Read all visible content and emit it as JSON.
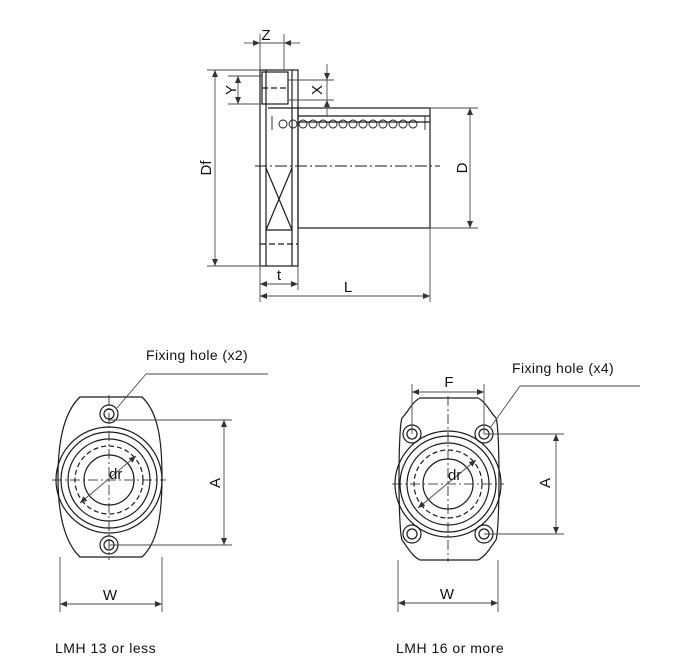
{
  "side_view": {
    "dims": {
      "z": "Z",
      "y": "Y",
      "x": "X",
      "df": "Df",
      "d": "D",
      "t": "t",
      "l": "L"
    }
  },
  "front_left": {
    "fixing_hole": "Fixing hole (x2)",
    "dr": "dr",
    "a": "A",
    "w": "W",
    "caption": "LMH 13 or less"
  },
  "front_right": {
    "fixing_hole": "Fixing hole (x4)",
    "dr": "dr",
    "a": "A",
    "f": "F",
    "w": "W",
    "caption": "LMH 16 or more"
  },
  "colors": {
    "line": "#1a1a1a",
    "dim": "#4a4a4a"
  }
}
